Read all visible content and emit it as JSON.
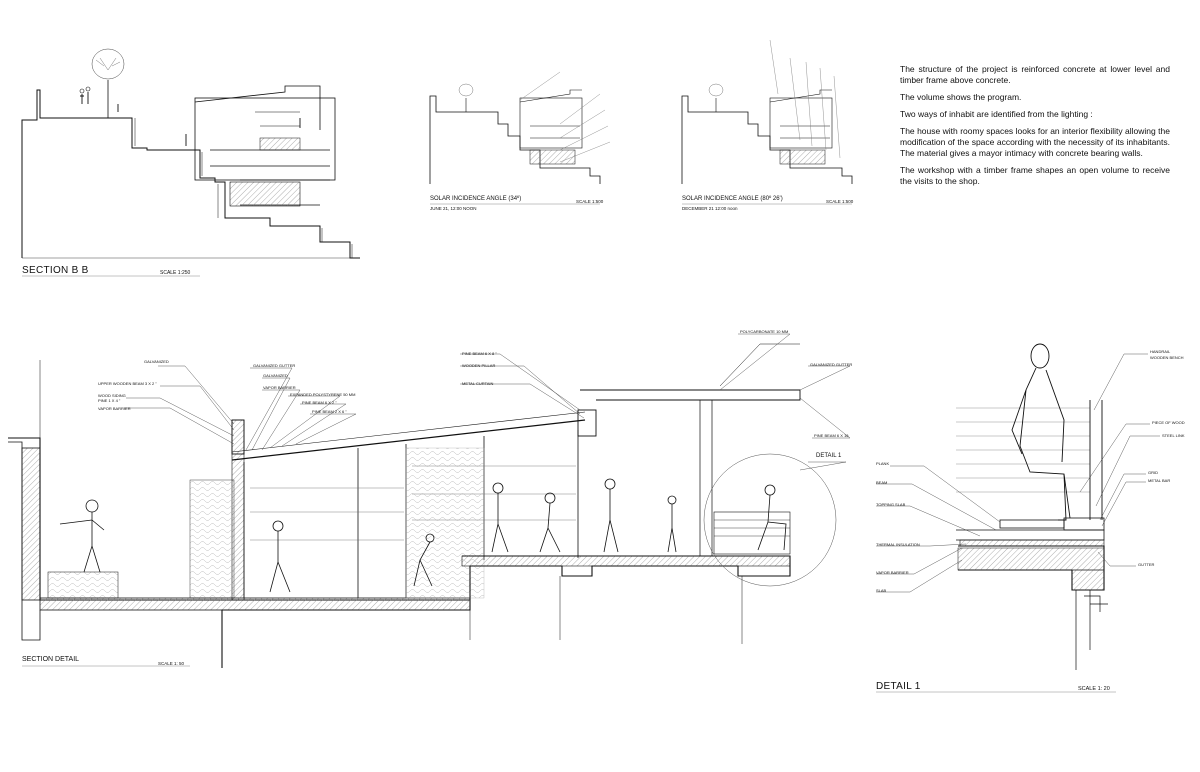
{
  "text_block": {
    "p1": "The  structure of the project is reinforced concrete at lower level and timber frame above concrete.",
    "p2": "The volume shows the program.",
    "p3": "Two ways of inhabit are identified from the lighting :",
    "p4": "The house with roomy spaces looks for an interior flexibility allowing the modification of the space according with the necessity  of  its inhabitants.  The  material  gives  a  mayor  intimacy  with  concrete bearing walls.",
    "p5": "The workshop with a timber frame shapes an open volume to receive the visits to the shop."
  },
  "section_bb": {
    "title": "SECTION  B  B",
    "scale": "SCALE 1:250"
  },
  "solar_1": {
    "title": "SOLAR INCIDENCE ANGLE (34º)",
    "date": "JUNE 21, 12:00 NOON",
    "scale": "SCALE 1:500"
  },
  "solar_2": {
    "title": "SOLAR INCIDENCE ANGLE  (80º 26')",
    "date": "DECEMBER 21 12:00 noon",
    "scale": "SCALE 1:500"
  },
  "section_detail": {
    "title": "SECTION DETAIL",
    "scale": "SCALE 1: 50",
    "detail_marker": "DETAIL 1",
    "labels": {
      "galvanized": "GALVANIZED",
      "upper_beam": "UPPER WOODEN BEAM  3 x 2 \"",
      "wood_siding": "WOOD SIDING",
      "pine": "PINE 1 x 4 \"",
      "vapor_barrier": "VAPOR BARRIER",
      "galvanized_gutter": "GALVANIZED GUTTER",
      "galvanized_2": "GALVANIZED",
      "vapor_barrier_2": "VAPOR BARRIER",
      "polystyrene": "EXPANDED POLYSTYRENE 50 mm",
      "pine_beam_a": "PINE BEAM 6 X 2 \"",
      "pine_beam_b": "PINE BEAM 2 X 6 \"",
      "pine_beam_c": "PINE BEAM 6 x 8 \"",
      "wooden_pillar": "WOODEN PILLAR",
      "metal_curtain": "METAL CURTAIN",
      "polycarbonate": "POLYCARBONATE 10 mm",
      "galvanized_gutter_2": "GALVANIZED GUTTER",
      "pine_beam_d": "PINE BEAM 6 x 16"
    }
  },
  "detail_1": {
    "title": "DETAIL 1",
    "scale": "SCALE 1: 20",
    "labels": {
      "handrail": "HANDRAIL",
      "wooden_bench": "WOODEN BENCH",
      "piece_of_wood": "PIECE OF WOOD",
      "steel_link": "STEEL LINK",
      "grid": "GRID",
      "metal_bar": "METAL BAR",
      "plank": "PLANK",
      "beam": "BEAM",
      "topping_slab": "TOPPING SLAB",
      "thermal_insulation": "THERMAL INSULATION",
      "vapor_barrier": "VAPOR BARRIER",
      "slab": "SLAB",
      "gutter": "GUTTER"
    }
  }
}
